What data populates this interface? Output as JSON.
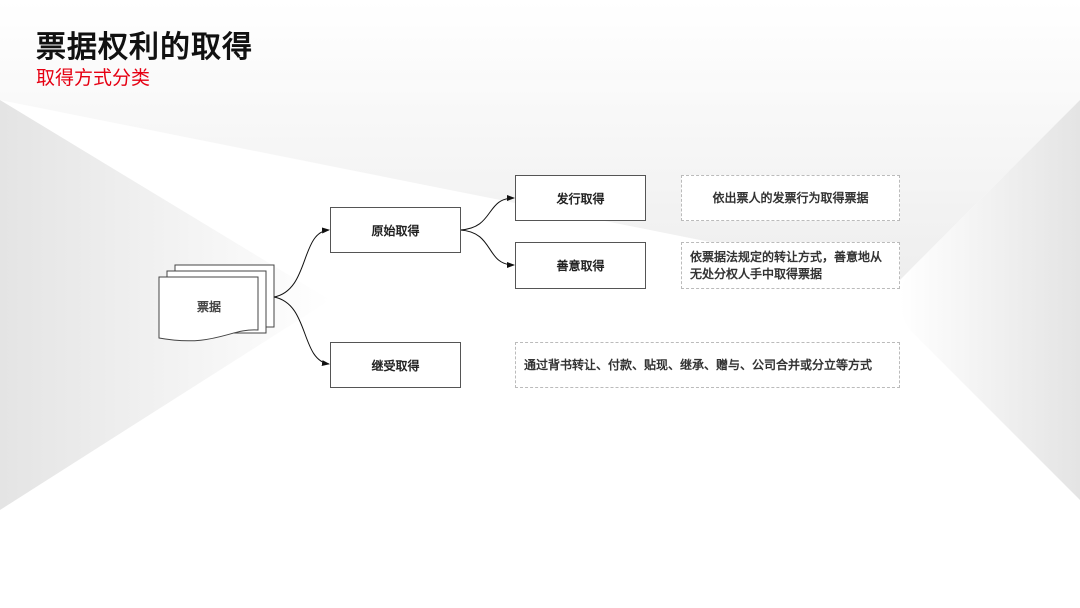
{
  "header": {
    "title": "票据权利的取得",
    "subtitle": "取得方式分类"
  },
  "diagram": {
    "root": "票据",
    "original": "原始取得",
    "derived": "继受取得",
    "issue": "发行取得",
    "good_faith": "善意取得",
    "issue_note": "依出票人的发票行为取得票据",
    "good_faith_note": "依票据法规定的转让方式，善意地从无处分权人手中取得票据",
    "derived_note": "通过背书转让、付款、贴现、继承、赠与、公司合并或分立等方式"
  },
  "colors": {
    "accent": "#e60012"
  }
}
